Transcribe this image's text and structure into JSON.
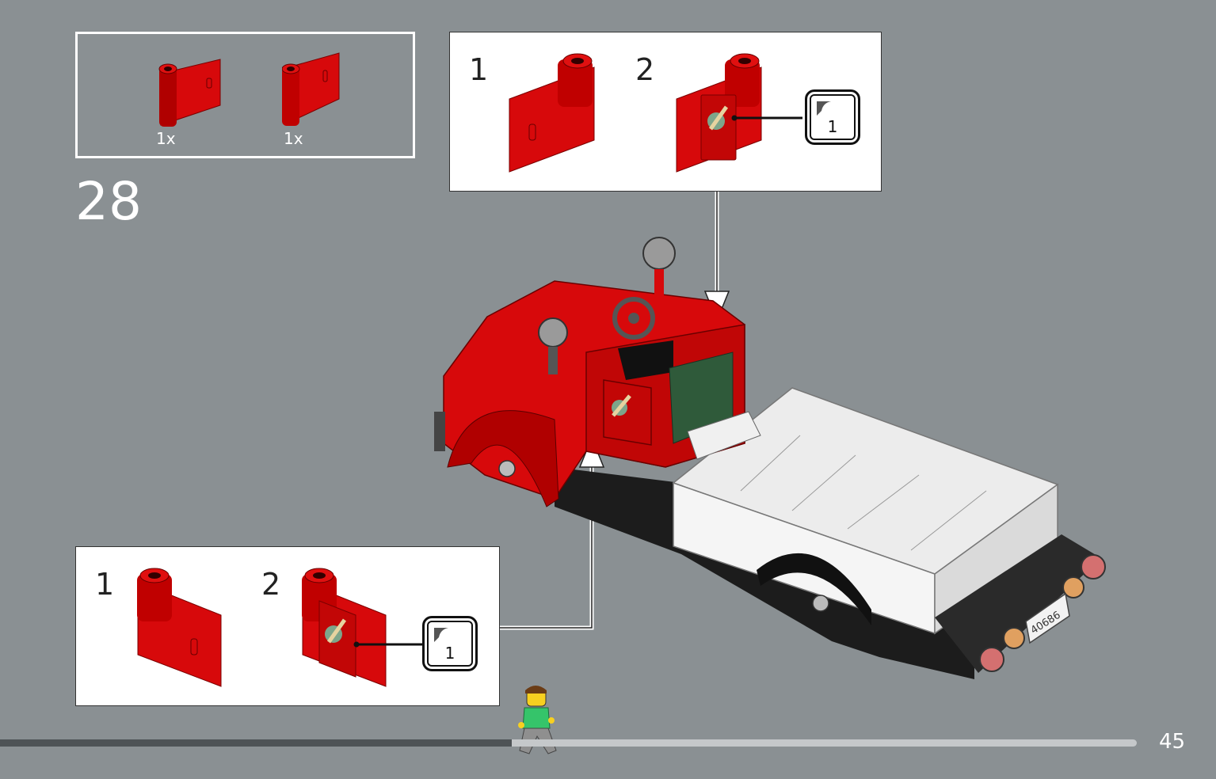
{
  "parts_list": {
    "items": [
      {
        "name": "door-left",
        "qty": "1x"
      },
      {
        "name": "door-right",
        "qty": "1x"
      }
    ]
  },
  "step": {
    "number": "28"
  },
  "callout_top": {
    "sub1": "1",
    "sub2": "2",
    "sticker": "1"
  },
  "callout_bottom": {
    "sub1": "1",
    "sub2": "2",
    "sticker": "1"
  },
  "truck": {
    "plate": "40686"
  },
  "progress": {
    "fraction": 0.45
  },
  "page": {
    "number": "45"
  },
  "colors": {
    "background": "#8a9093",
    "brick_red": "#d7090b",
    "brick_white": "#f2f2f2",
    "progress_fill": "#4e5356",
    "progress_track": "#c5c8ca"
  }
}
